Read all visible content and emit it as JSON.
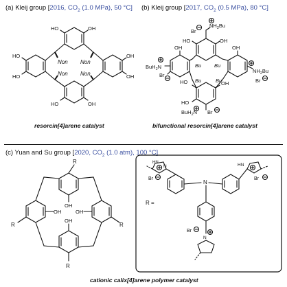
{
  "panels": {
    "a": {
      "header_prefix": "(a) Kleij group [",
      "header_conditions": "2016, CO",
      "header_sub": "2",
      "header_rest": " (1.0 MPa), 50 °C]",
      "caption": "resorcin[4]arene catalyst",
      "labels": {
        "oh": "HO",
        "ho": "OH",
        "non": "Non"
      }
    },
    "b": {
      "header_prefix": "(b) Kleij group [",
      "header_conditions": "2017, CO",
      "header_sub": "2",
      "header_rest": " (0.5 MPa), 80 °C]",
      "caption": "bifunctional resorcin[4]arene catalyst",
      "labels": {
        "nh2bu_a": "NH",
        "nh2bu_sub": "2",
        "nh2bu_b": "Bu",
        "bu2hn": "BuH",
        "bu2hn_sub": "2",
        "bu2hn_n": "N",
        "br": "Br",
        "bu": "Bu",
        "ho": "HO",
        "oh": "OH"
      }
    },
    "c": {
      "header_prefix": "(c) Yuan and Su group [",
      "header_conditions": "2020, CO",
      "header_sub": "2",
      "header_rest": " (1.0 atm), 100 °C]",
      "caption": "cationic calix[4]arene polymer catalyst",
      "labels": {
        "r": "R",
        "oh": "OH",
        "r_eq": "R =",
        "n": "N",
        "hn": "HN",
        "br": "Br"
      }
    }
  },
  "colors": {
    "condition_blue": "#3a4fa0"
  }
}
